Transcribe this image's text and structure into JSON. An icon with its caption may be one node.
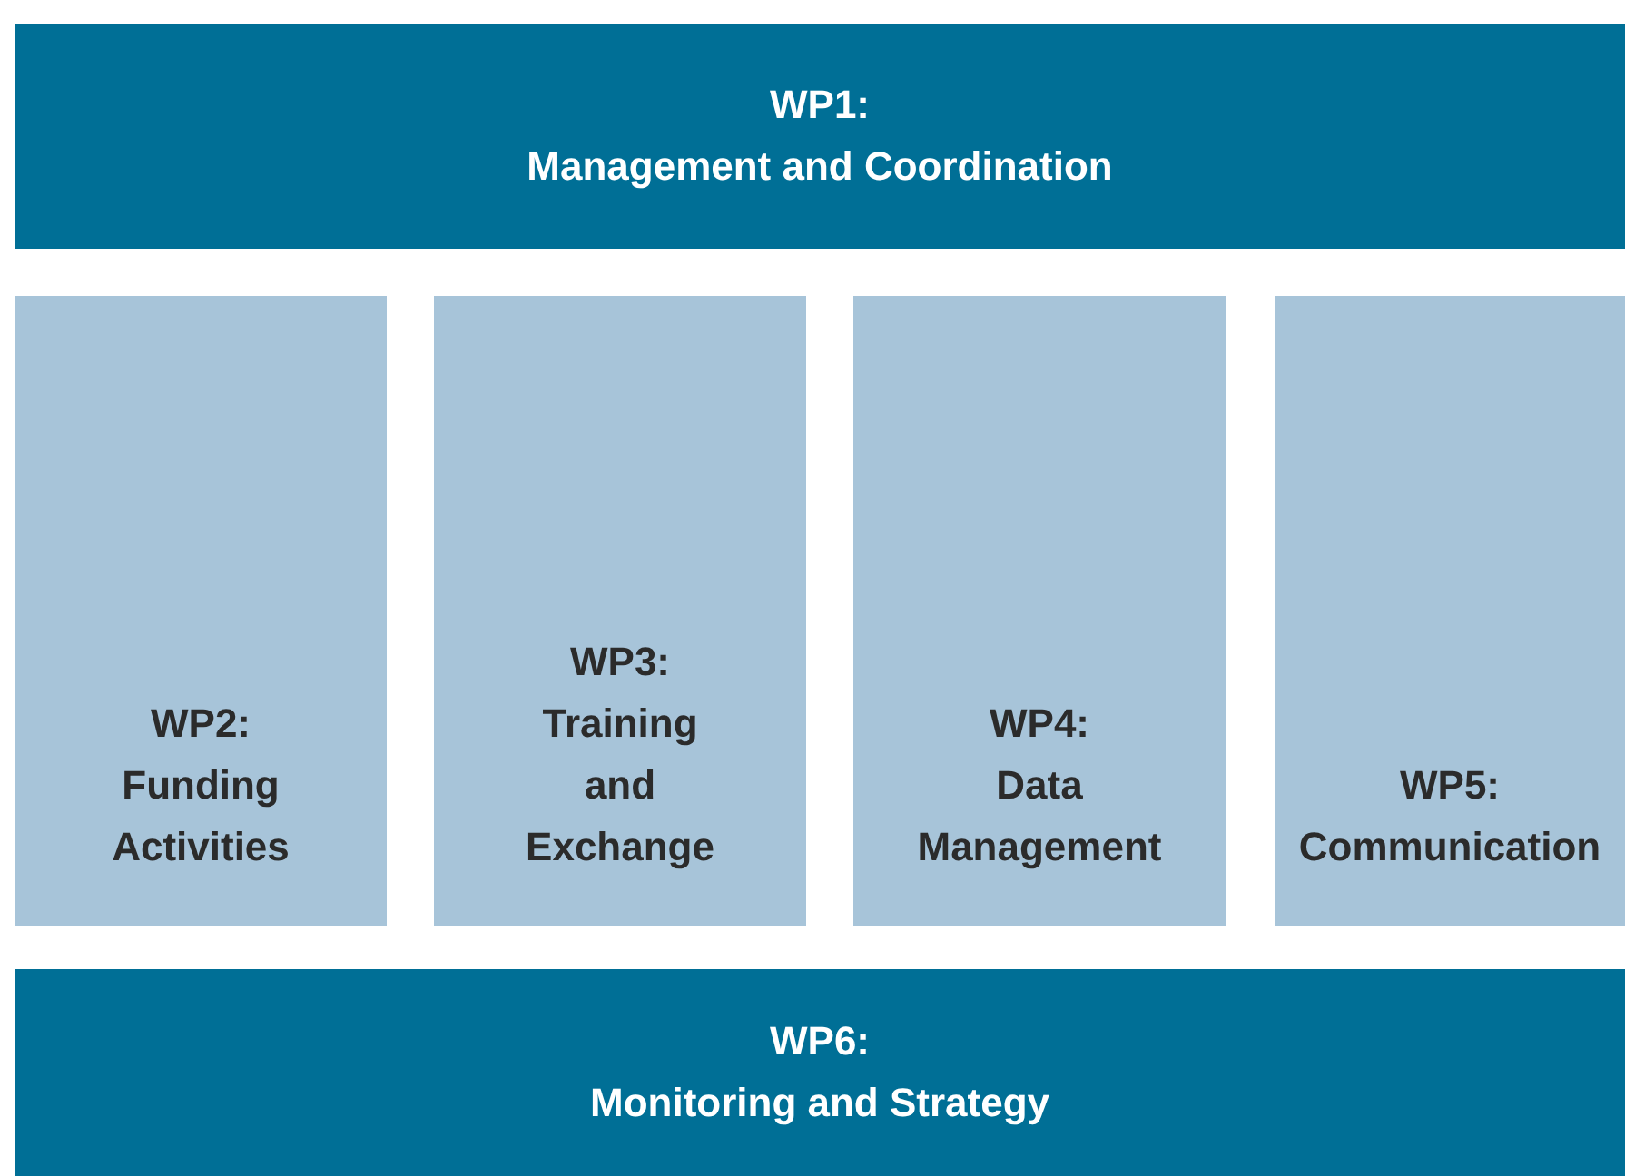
{
  "diagram": {
    "nodes": [
      {
        "text": [
          "WP1:",
          "Management and Coordination"
        ]
      },
      {
        "text": [
          "WP2:",
          "Funding Activities"
        ]
      },
      {
        "text": [
          "WP3:",
          "Training and Exchange"
        ]
      },
      {
        "text": [
          "WP4:",
          "Data Management"
        ]
      },
      {
        "text": [
          "WP5:",
          "Communication"
        ]
      },
      {
        "text": [
          "WP6:",
          "Monitoring and Strategy"
        ]
      }
    ]
  }
}
